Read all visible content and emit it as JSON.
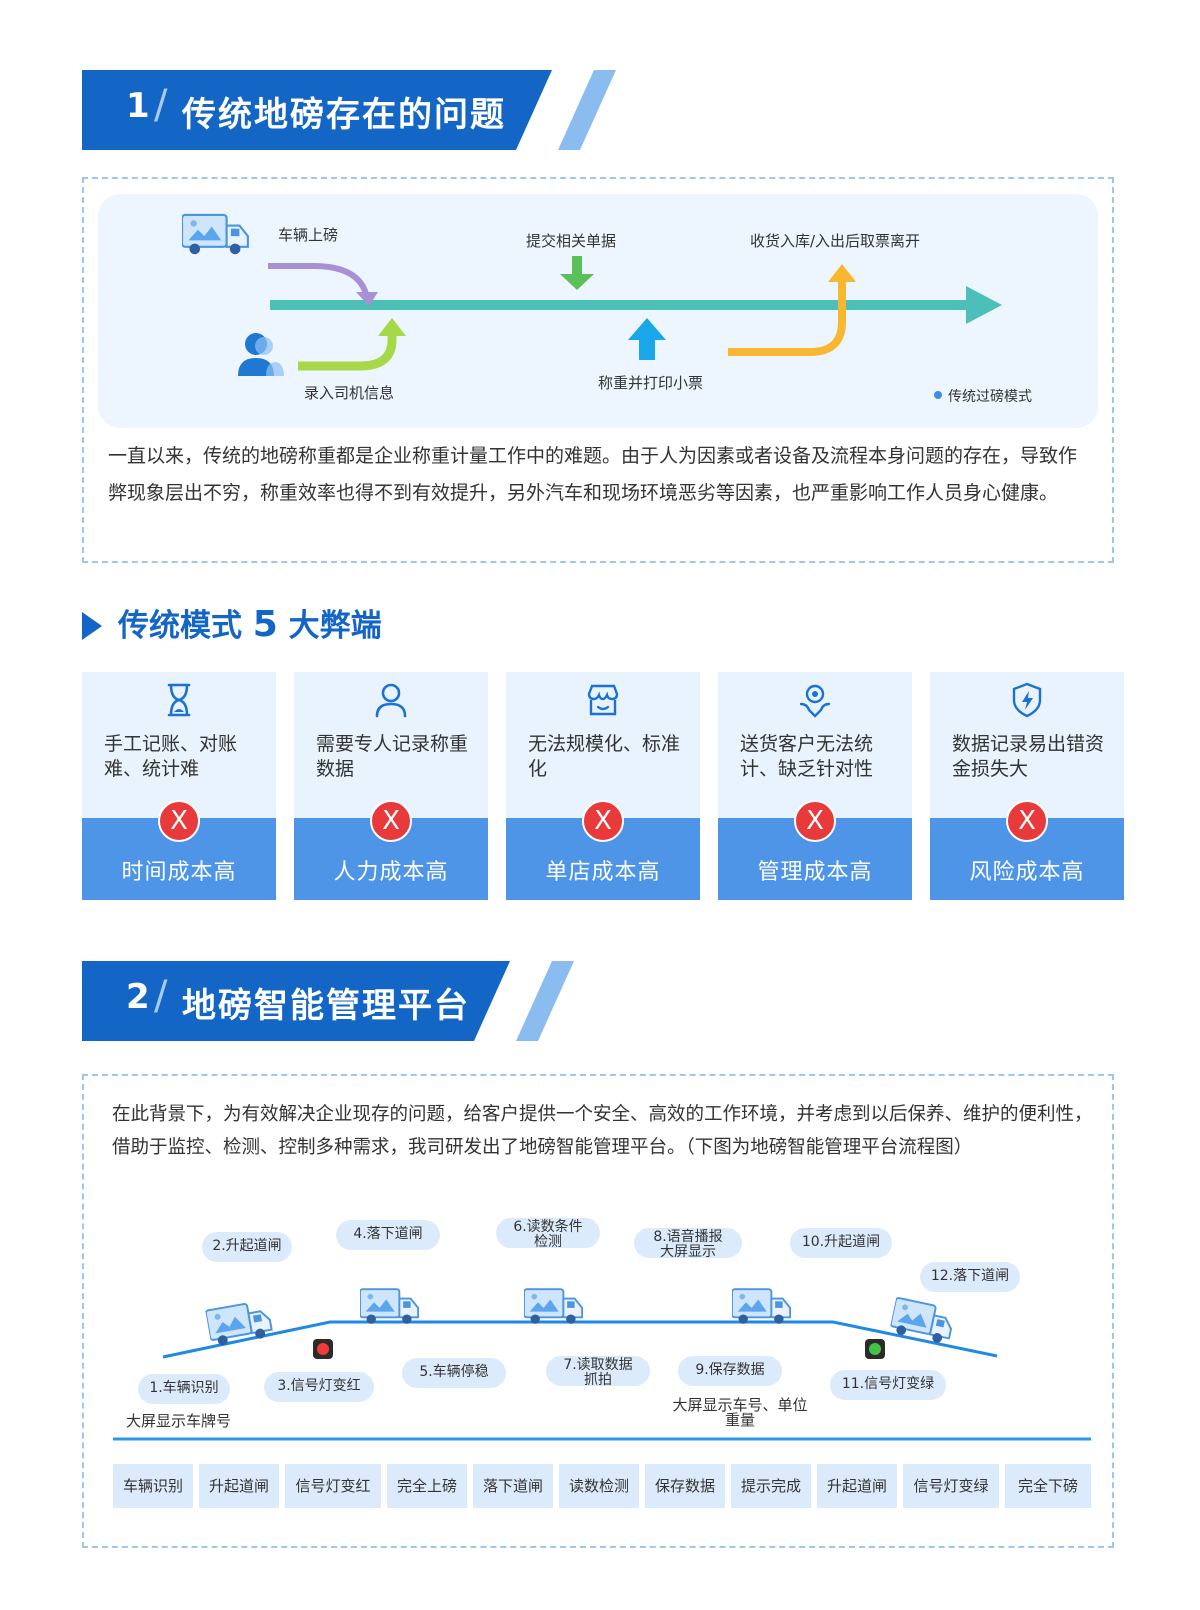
{
  "section1": {
    "number": "1",
    "slash": "/",
    "title": "传统地磅存在的问题",
    "flow": {
      "labels": {
        "vehicle_on": "车辆上磅",
        "driver_info": "录入司机信息",
        "submit_docs": "提交相关单据",
        "weigh_print": "称重并打印小票",
        "receive_leave": "收货入库/入出后取票离开",
        "legend": "传统过磅模式"
      }
    },
    "paragraph": "一直以来，传统的地磅称重都是企业称重计量工作中的难题。由于人为因素或者设备及流程本身问题的存在，导致作弊现象层出不穷，称重效率也得不到有效提升，另外汽车和现场环境恶劣等因素，也严重影响工作人员身心健康。"
  },
  "subheading": {
    "prefix": "传统模式",
    "number": "5",
    "suffix": "大弊端"
  },
  "cards": [
    {
      "icon": "hourglass-icon",
      "desc": "手工记账、对账难、统计难",
      "mark": "X",
      "title": "时间成本高"
    },
    {
      "icon": "user-icon",
      "desc": "需要专人记录称重数据",
      "mark": "X",
      "title": "人力成本高"
    },
    {
      "icon": "store-icon",
      "desc": "无法规模化、标准化",
      "mark": "X",
      "title": "单店成本高"
    },
    {
      "icon": "customer-service-icon",
      "desc": "送货客户无法统计、缺乏针对性",
      "mark": "X",
      "title": "管理成本高"
    },
    {
      "icon": "shield-lightning-icon",
      "desc": "数据记录易出错资金损失大",
      "mark": "X",
      "title": "风险成本高"
    }
  ],
  "section2": {
    "number": "2",
    "slash": "/",
    "title": "地磅智能管理平台",
    "paragraph": "在此背景下，为有效解决企业现存的问题，给客户提供一个安全、高效的工作环境，并考虑到以后保养、维护的便利性，借助于监控、检测、控制多种需求，我司研发出了地磅智能管理平台。（下图为地磅智能管理平台流程图）",
    "flow": {
      "top": [
        {
          "line1": "2.升起道闸"
        },
        {
          "line1": "4.落下道闸"
        },
        {
          "line1": "6.读数条件",
          "line2": "检测"
        },
        {
          "line1": "8.语音播报",
          "line2": "大屏显示"
        },
        {
          "line1": "10.升起道闸"
        },
        {
          "line1": "12.落下道闸"
        }
      ],
      "bottom": [
        {
          "line1": "1.车辆识别"
        },
        {
          "line1": "3.信号灯变红"
        },
        {
          "line1": "5.车辆停稳"
        },
        {
          "line1": "7.读取数据",
          "line2": "抓拍"
        },
        {
          "line1": "9.保存数据"
        },
        {
          "line1": "11.信号灯变绿"
        }
      ],
      "notes": {
        "screen_plate": "大屏显示车牌号",
        "screen_weight_1": "大屏显示车号、单位",
        "screen_weight_2": "重量"
      },
      "steps": [
        "车辆识别",
        "升起道闸",
        "信号灯变红",
        "完全上磅",
        "落下道闸",
        "读数检测",
        "保存数据",
        "提示完成",
        "升起道闸",
        "信号灯变绿",
        "完全下磅"
      ]
    }
  },
  "colors": {
    "primary": "#1366c6",
    "accent_light": "#8bbcef",
    "card_foot": "#4f95e7",
    "card_bg": "#e9f3fd",
    "teal_line": "#4cbfb9",
    "purple_arrow": "#a98fd6",
    "green_arrow": "#a6d84a",
    "orange_arrow": "#f7b731",
    "cross_red": "#e83a3a"
  }
}
